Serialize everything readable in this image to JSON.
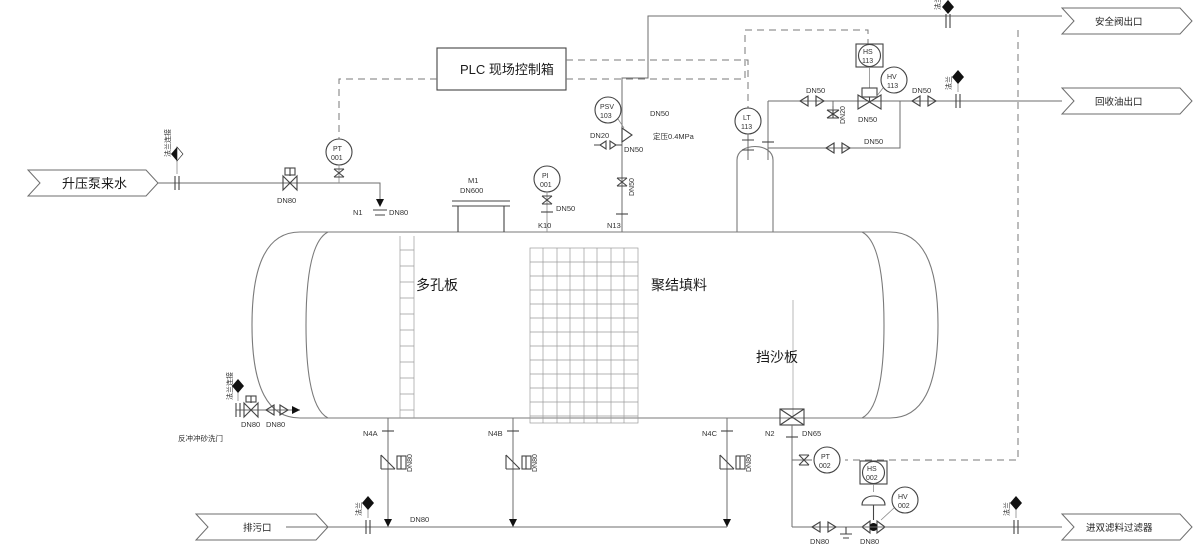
{
  "diagram": {
    "title": "PLC 现场控制箱",
    "control_box": {
      "label": "PLC   现场控制箱"
    },
    "inlets": [
      {
        "name": "booster-pump-water",
        "label": "升压泵来水"
      }
    ],
    "outlets": [
      {
        "name": "safety-valve-outlet",
        "label": "安全阀出口"
      },
      {
        "name": "recovered-oil-outlet",
        "label": "回收油出口"
      },
      {
        "name": "blowdown-outlet",
        "label": "排污口"
      },
      {
        "name": "to-dual-media-filter",
        "label": "进双滤料过滤器"
      }
    ],
    "vessel": {
      "internals": [
        {
          "name": "perforated-plate",
          "label": "多孔板"
        },
        {
          "name": "coalescing-packing",
          "label": "聚结填料"
        },
        {
          "name": "sand-baffle",
          "label": "挡沙板"
        }
      ],
      "manway": {
        "tag": "M1",
        "size": "DN600"
      },
      "nozzles": [
        {
          "tag": "N1",
          "size": "DN80"
        },
        {
          "tag": "K10",
          "size": "DN50"
        },
        {
          "tag": "N13",
          "size": "DN50"
        },
        {
          "tag": "N4A",
          "size": "DN80"
        },
        {
          "tag": "N4B",
          "size": "DN80"
        },
        {
          "tag": "N4C",
          "size": "DN80"
        },
        {
          "tag": "N2",
          "size": "DN65"
        }
      ]
    },
    "instruments": [
      {
        "name": "pressure-transmitter-001",
        "tag": "PT",
        "num": "001"
      },
      {
        "name": "pressure-indicator-001",
        "tag": "PI",
        "num": "001"
      },
      {
        "name": "safety-relief-valve-103",
        "tag": "PSV",
        "num": "103"
      },
      {
        "name": "level-transmitter-113",
        "tag": "LT",
        "num": "113"
      },
      {
        "name": "hand-switch-113",
        "tag": "HS",
        "num": "113"
      },
      {
        "name": "hand-valve-113",
        "tag": "HV",
        "num": "113"
      },
      {
        "name": "pressure-transmitter-002",
        "tag": "PT",
        "num": "002"
      },
      {
        "name": "hand-switch-002",
        "tag": "HS",
        "num": "002"
      },
      {
        "name": "hand-valve-002",
        "tag": "HV",
        "num": "002"
      }
    ],
    "annotations": [
      {
        "name": "psv-set-pressure",
        "label": "定压0.4MPa"
      },
      {
        "name": "backflush-sand-wash-valve",
        "label": "反冲冲砂洗门"
      }
    ],
    "pipe_sizes": {
      "dn20": "DN20",
      "dn50": "DN50",
      "dn65": "DN65",
      "dn80": "DN80",
      "dn600": "DN600"
    },
    "vertical_labels": {
      "flange_pair": "法兰连接",
      "short": "法兰"
    },
    "colors": {
      "line": "#6e6e6e",
      "text": "#222222",
      "signal": "#7a7a7a",
      "background": "#ffffff"
    }
  }
}
